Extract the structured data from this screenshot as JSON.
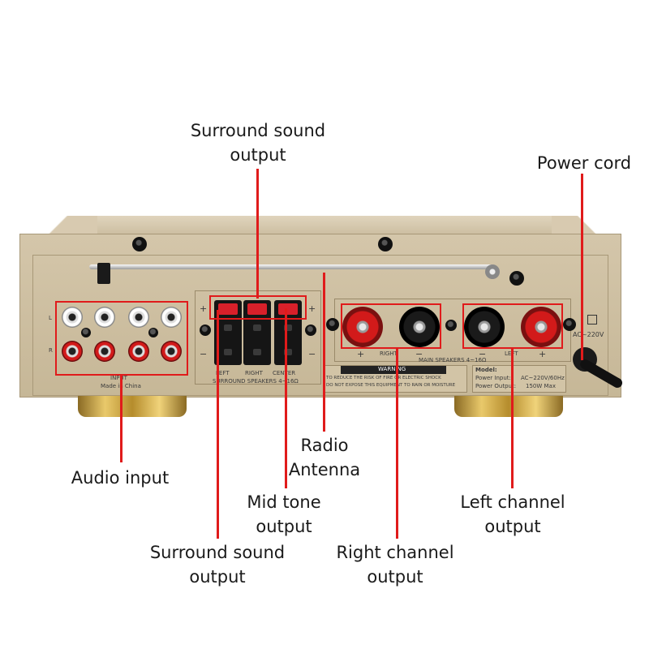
{
  "callouts": {
    "surround_top_line1": "Surround sound",
    "surround_top_line2": "output",
    "power_cord": "Power cord",
    "radio_line1": "Radio",
    "radio_line2": "Antenna",
    "audio_input": "Audio input",
    "mid_line1": "Mid tone",
    "mid_line2": "output",
    "left_ch_line1": "Left channel",
    "left_ch_line2": "output",
    "surround_bottom_line1": "Surround sound",
    "surround_bottom_line2": "output",
    "right_ch_line1": "Right channel",
    "right_ch_line2": "output"
  },
  "panel": {
    "input_label": "INPUT",
    "made_in": "Made in China",
    "surround_label": "SURROUND SPEAKERS 4~16Ω",
    "left_label": "LEFT",
    "right_label": "RIGHT",
    "center_label": "CENTER",
    "main_speakers": "MAIN SPEAKERS 4~16Ω",
    "right_small": "RIGHT",
    "left_small": "LEFT",
    "warning": "WARNING",
    "warning_text1": "TO REDUCE THE RISK OF FIRE OR ELECTRIC SHOCK",
    "warning_text2": "DO NOT EXPOSE THIS EQUIPMENT TO RAIN OR MOISTURE",
    "model": "Model:",
    "power_input": "Power Input:",
    "power_input_val": "AC~220V/60Hz",
    "power_output": "Power Output:",
    "power_output_val": "150W Max",
    "ac_label": "AC~220V",
    "plus": "+",
    "minus": "−"
  },
  "colors": {
    "accent": "#e01b1b",
    "chassis": "#c9b99a"
  }
}
